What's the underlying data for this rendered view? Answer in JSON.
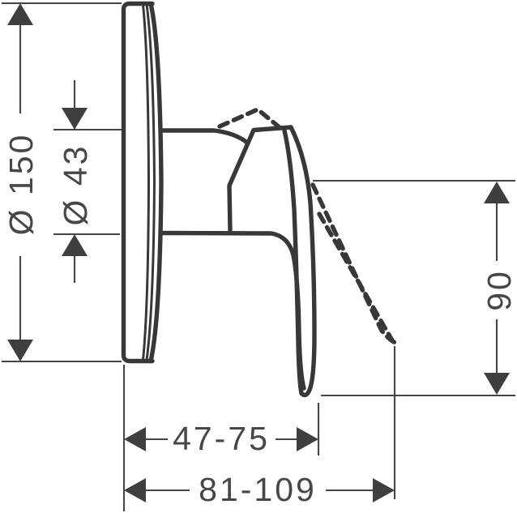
{
  "drawing": {
    "labels": {
      "plate_diameter": "Ø 150",
      "cartridge_diameter": "Ø 43",
      "handle_height": "90",
      "depth_range_min": "47-75",
      "depth_range_max": "81-109"
    },
    "colors": {
      "line": "#383838",
      "text": "#474747",
      "background": "#ffffff"
    }
  }
}
